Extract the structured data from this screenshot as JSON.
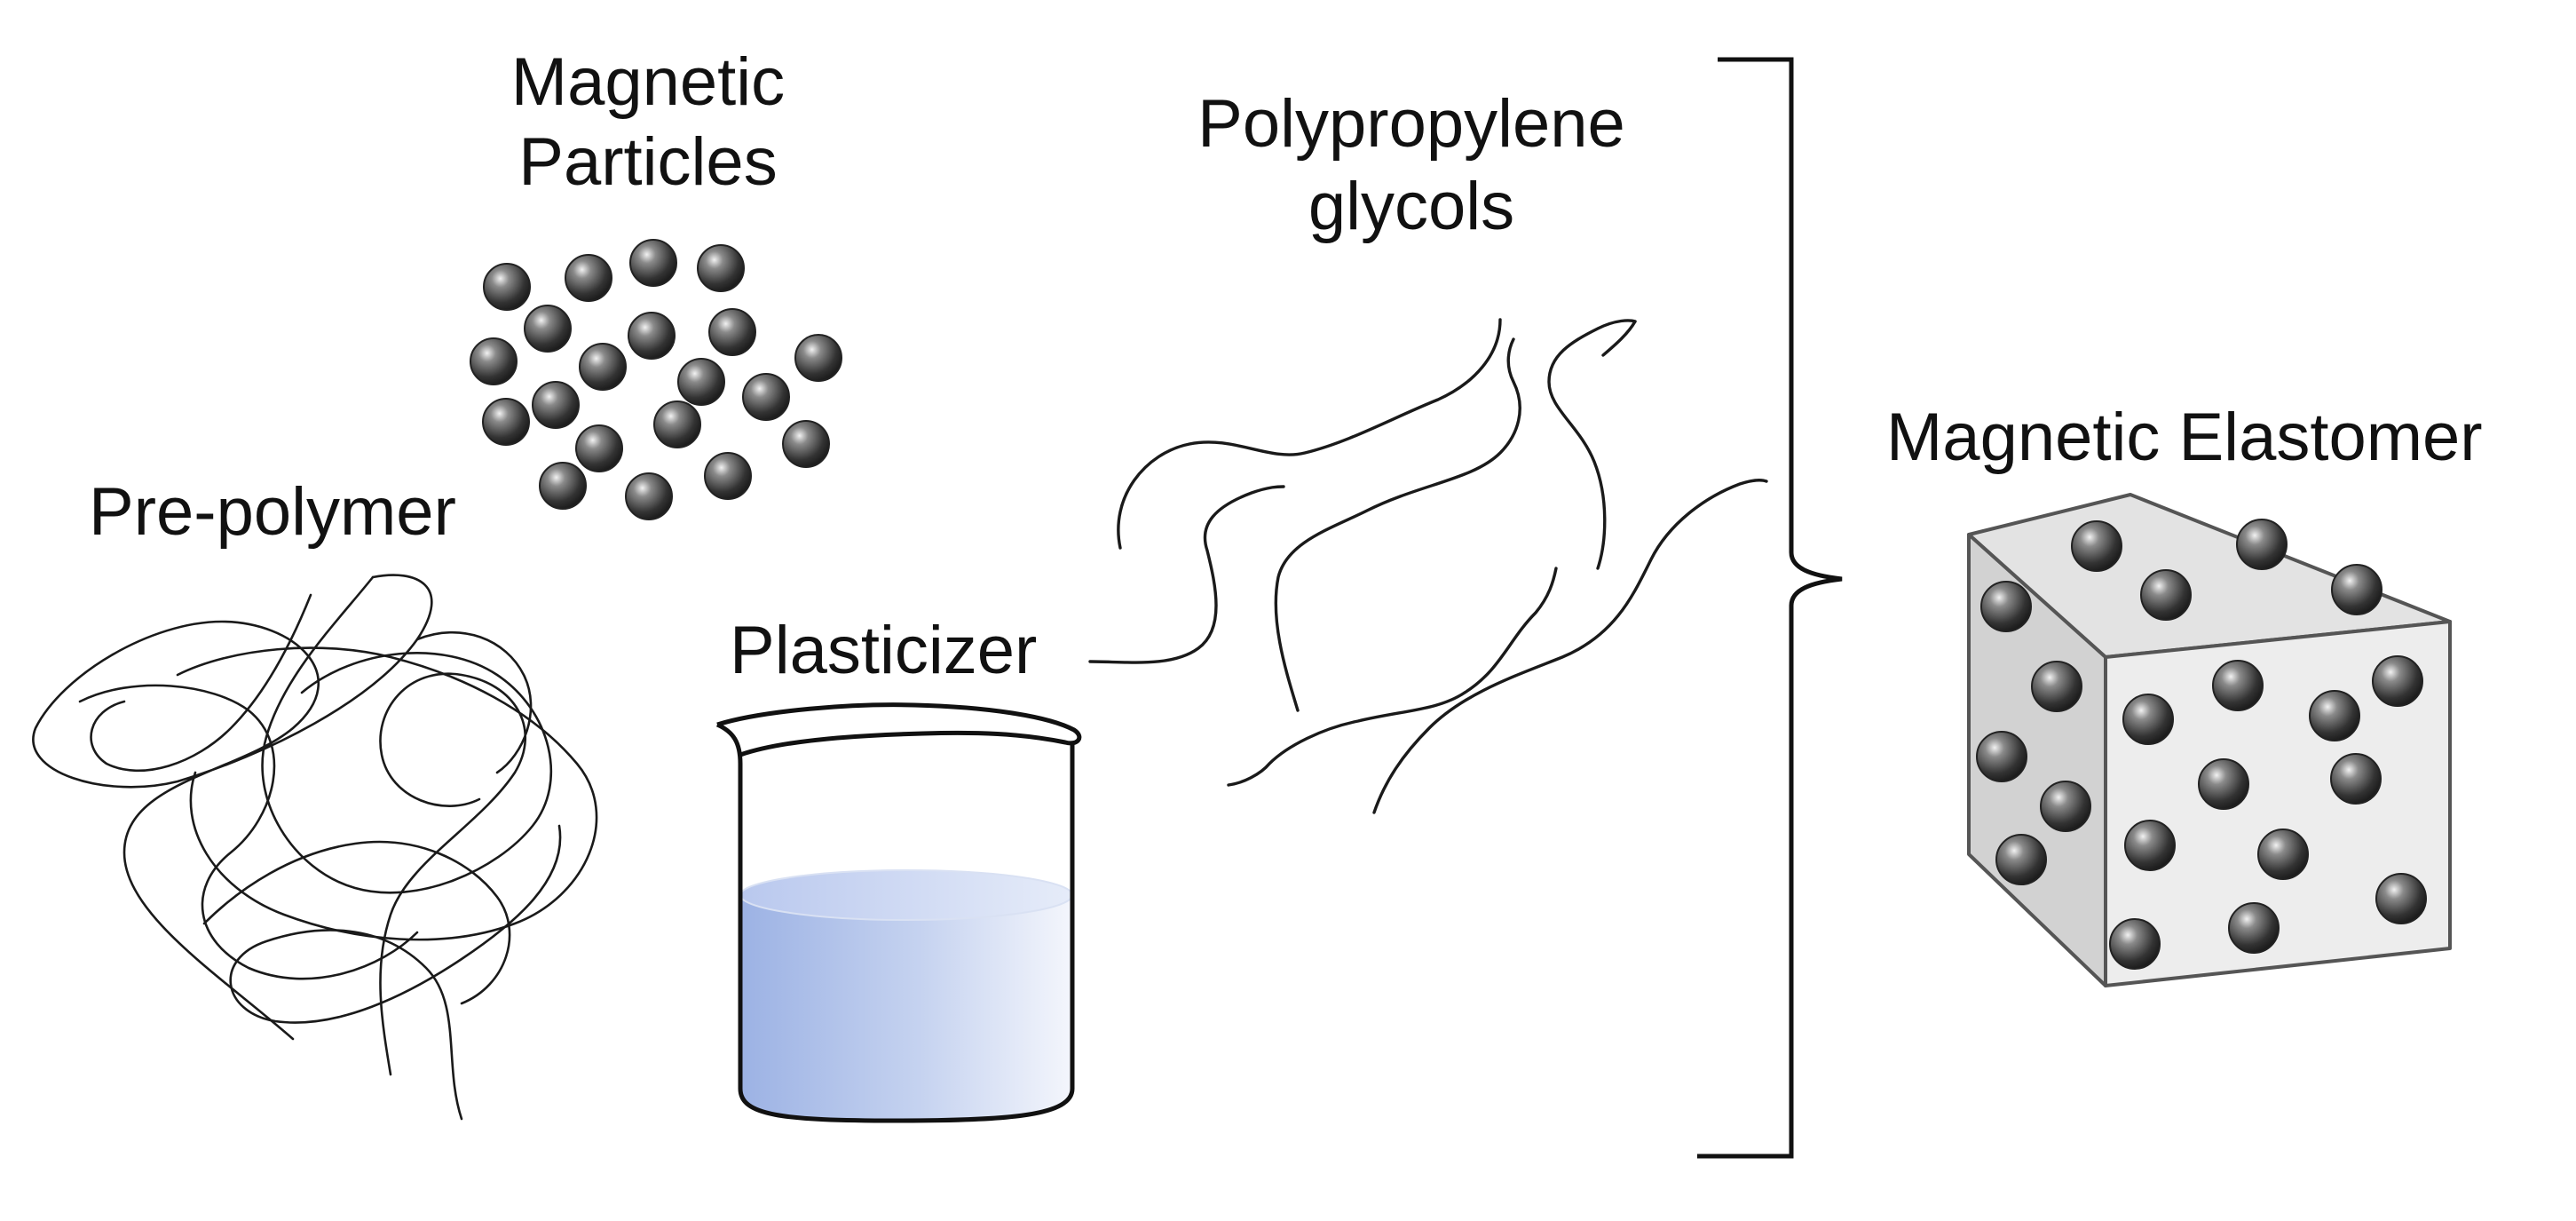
{
  "labels": {
    "magnetic_particles": [
      "Magnetic",
      "Particles"
    ],
    "pre_polymer": "Pre-polymer",
    "plasticizer": "Plasticizer",
    "polypropylene_glycols": [
      "Polypropylene",
      "glycols"
    ],
    "magnetic_elastomer": "Magnetic Elastomer"
  },
  "colors": {
    "particle": "#3a3a3a",
    "liquid": "#aebfe6",
    "cube_front": "#ececec",
    "cube_side": "#d3d3d3",
    "cube_top": "#e2e2e2",
    "ink": "#1a1a1a"
  },
  "icons": [
    "magnetic-particles-cluster",
    "pre-polymer-tangle",
    "plasticizer-beaker",
    "polypropylene-glycol-chains",
    "combining-bracket",
    "magnetic-elastomer-cube"
  ]
}
